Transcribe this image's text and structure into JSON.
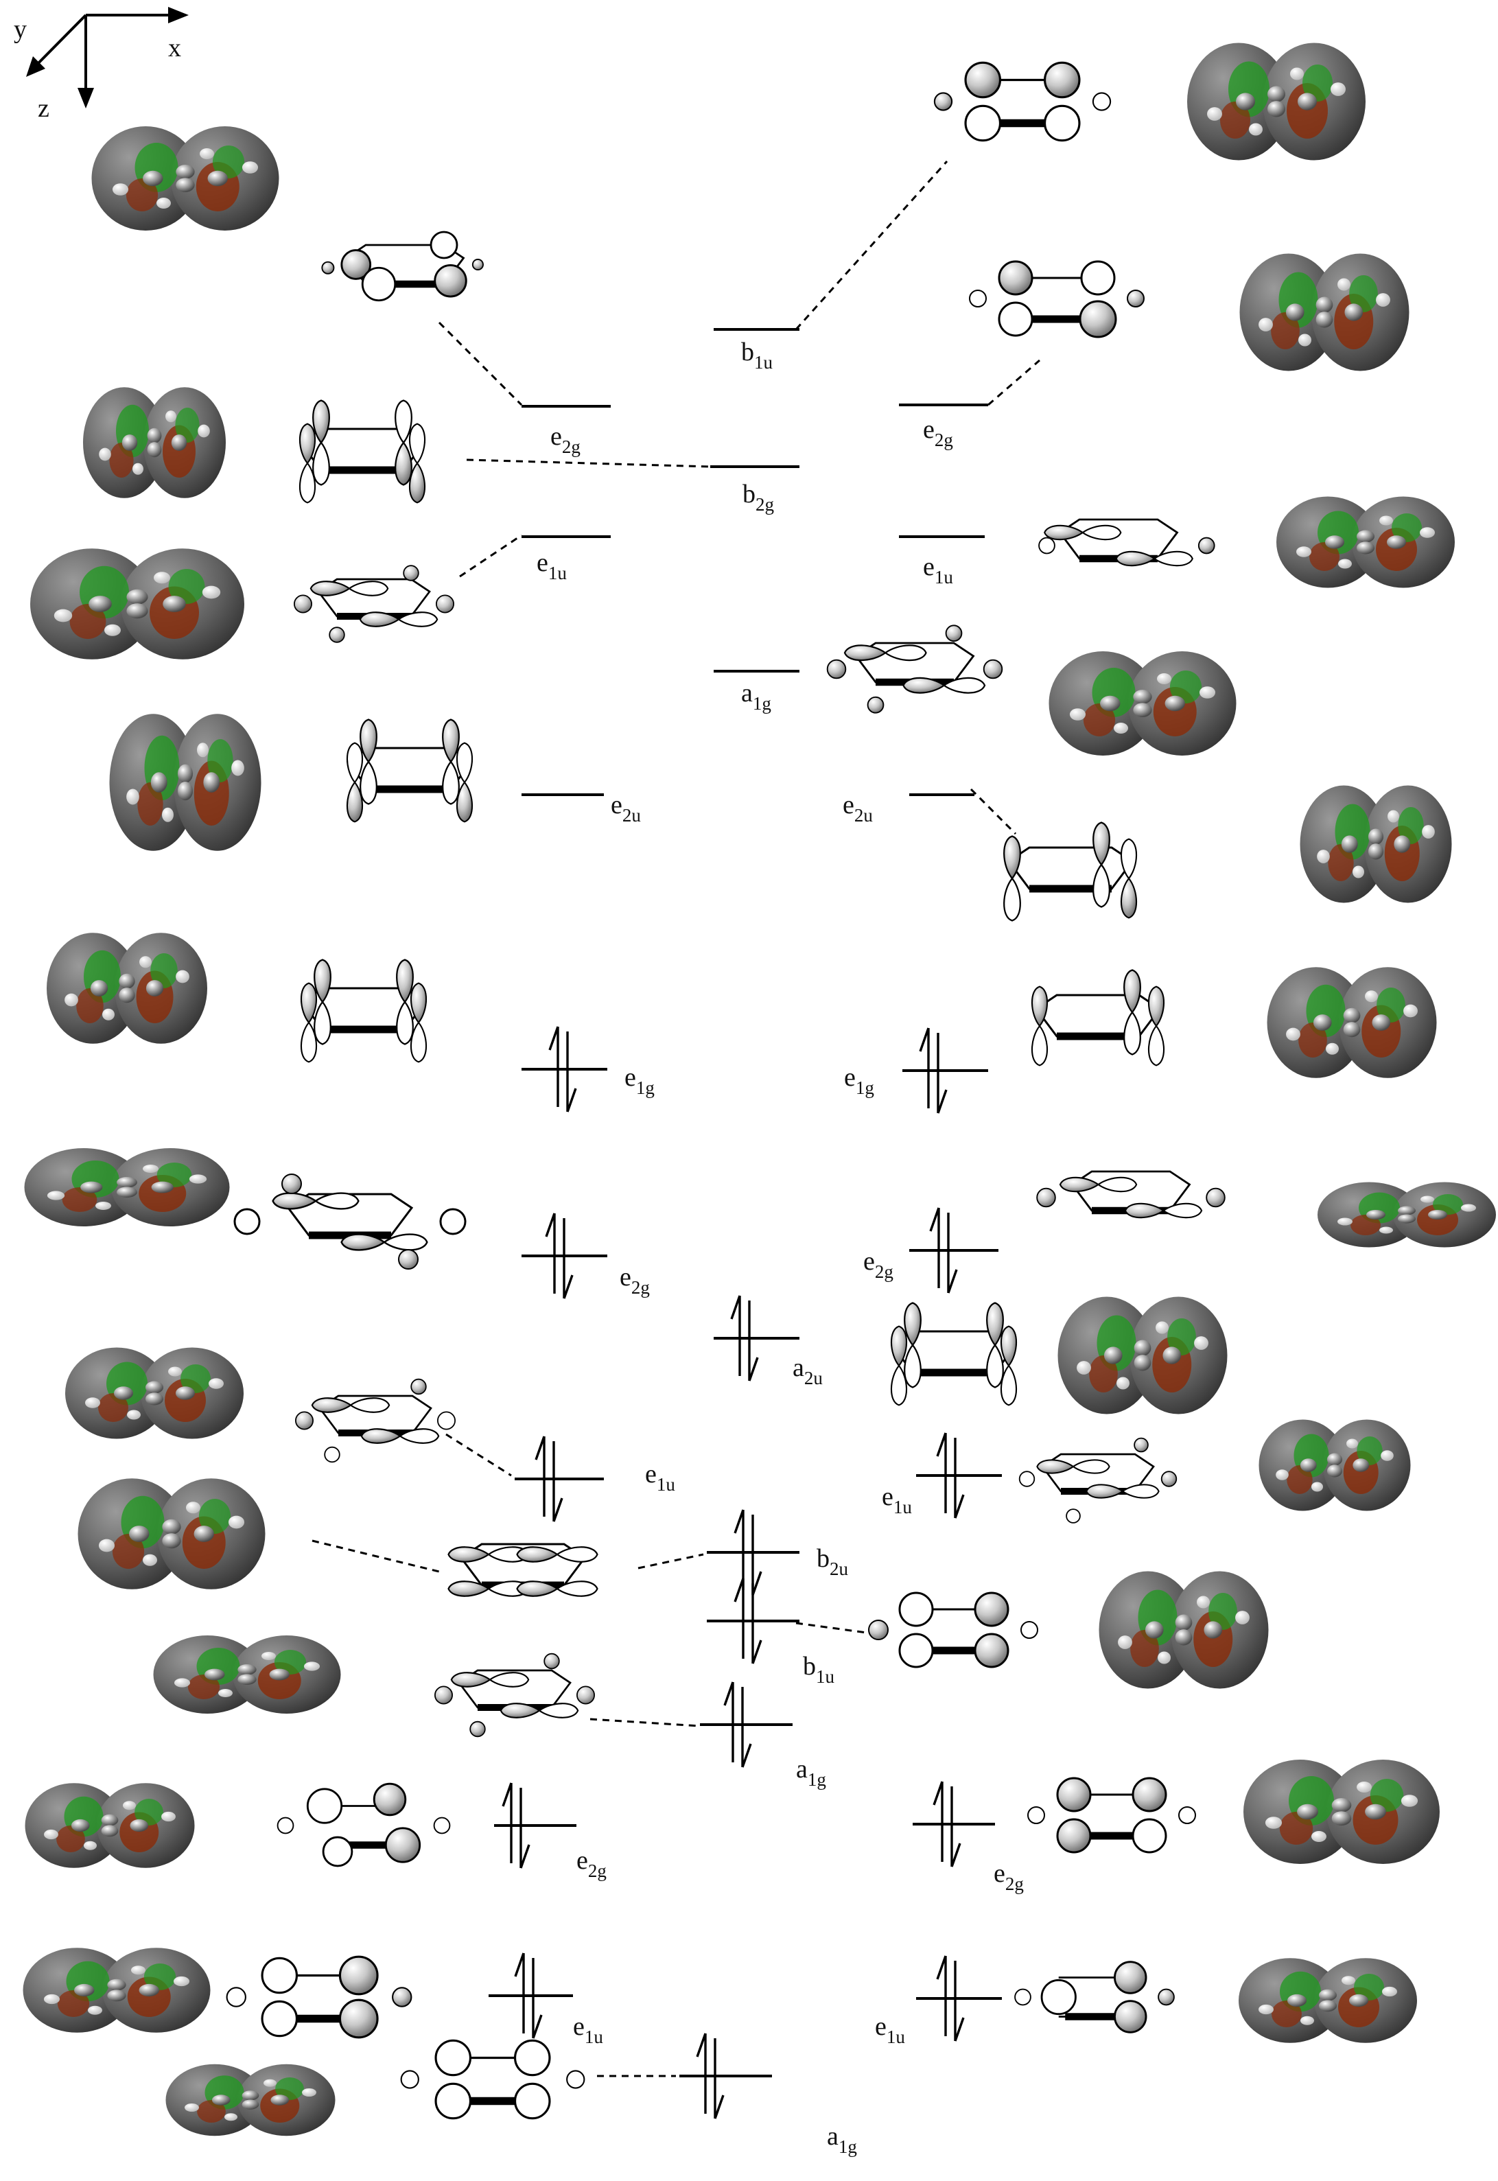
{
  "axes": {
    "y": "y",
    "x": "x",
    "z": "z"
  },
  "colors": {
    "phase_positive": "#1f9a1f",
    "phase_negative": "#8a2a08",
    "surface": "#5d5d5d",
    "lobe_shaded": "#b9b9b9"
  },
  "levels": [
    {
      "sym": "e",
      "sub": "2g",
      "side": "left",
      "occupied": false
    },
    {
      "sym": "b",
      "sub": "1u",
      "side": "center",
      "occupied": false
    },
    {
      "sym": "e",
      "sub": "2g",
      "side": "right",
      "occupied": false
    },
    {
      "sym": "b",
      "sub": "2g",
      "side": "center",
      "occupied": false
    },
    {
      "sym": "e",
      "sub": "1u",
      "side": "left",
      "occupied": false
    },
    {
      "sym": "e",
      "sub": "1u",
      "side": "right",
      "occupied": false
    },
    {
      "sym": "a",
      "sub": "1g",
      "side": "center",
      "occupied": false
    },
    {
      "sym": "e",
      "sub": "2u",
      "side": "left",
      "occupied": false
    },
    {
      "sym": "e",
      "sub": "2u",
      "side": "right",
      "occupied": false
    },
    {
      "sym": "e",
      "sub": "1g",
      "side": "left",
      "occupied": true
    },
    {
      "sym": "e",
      "sub": "1g",
      "side": "right",
      "occupied": true
    },
    {
      "sym": "e",
      "sub": "2g",
      "side": "left",
      "occupied": true
    },
    {
      "sym": "e",
      "sub": "2g",
      "side": "right",
      "occupied": true
    },
    {
      "sym": "a",
      "sub": "2u",
      "side": "center",
      "occupied": true
    },
    {
      "sym": "e",
      "sub": "1u",
      "side": "left",
      "occupied": true
    },
    {
      "sym": "e",
      "sub": "1u",
      "side": "right",
      "occupied": true
    },
    {
      "sym": "b",
      "sub": "2u",
      "side": "center",
      "occupied": true
    },
    {
      "sym": "b",
      "sub": "1u",
      "side": "center",
      "occupied": true
    },
    {
      "sym": "a",
      "sub": "1g",
      "side": "center",
      "occupied": true
    },
    {
      "sym": "e",
      "sub": "2g",
      "side": "left",
      "occupied": true
    },
    {
      "sym": "e",
      "sub": "2g",
      "side": "right",
      "occupied": true
    },
    {
      "sym": "e",
      "sub": "1u",
      "side": "left",
      "occupied": true
    },
    {
      "sym": "e",
      "sub": "1u",
      "side": "right",
      "occupied": true
    },
    {
      "sym": "a",
      "sub": "1g",
      "side": "center",
      "occupied": true
    }
  ]
}
